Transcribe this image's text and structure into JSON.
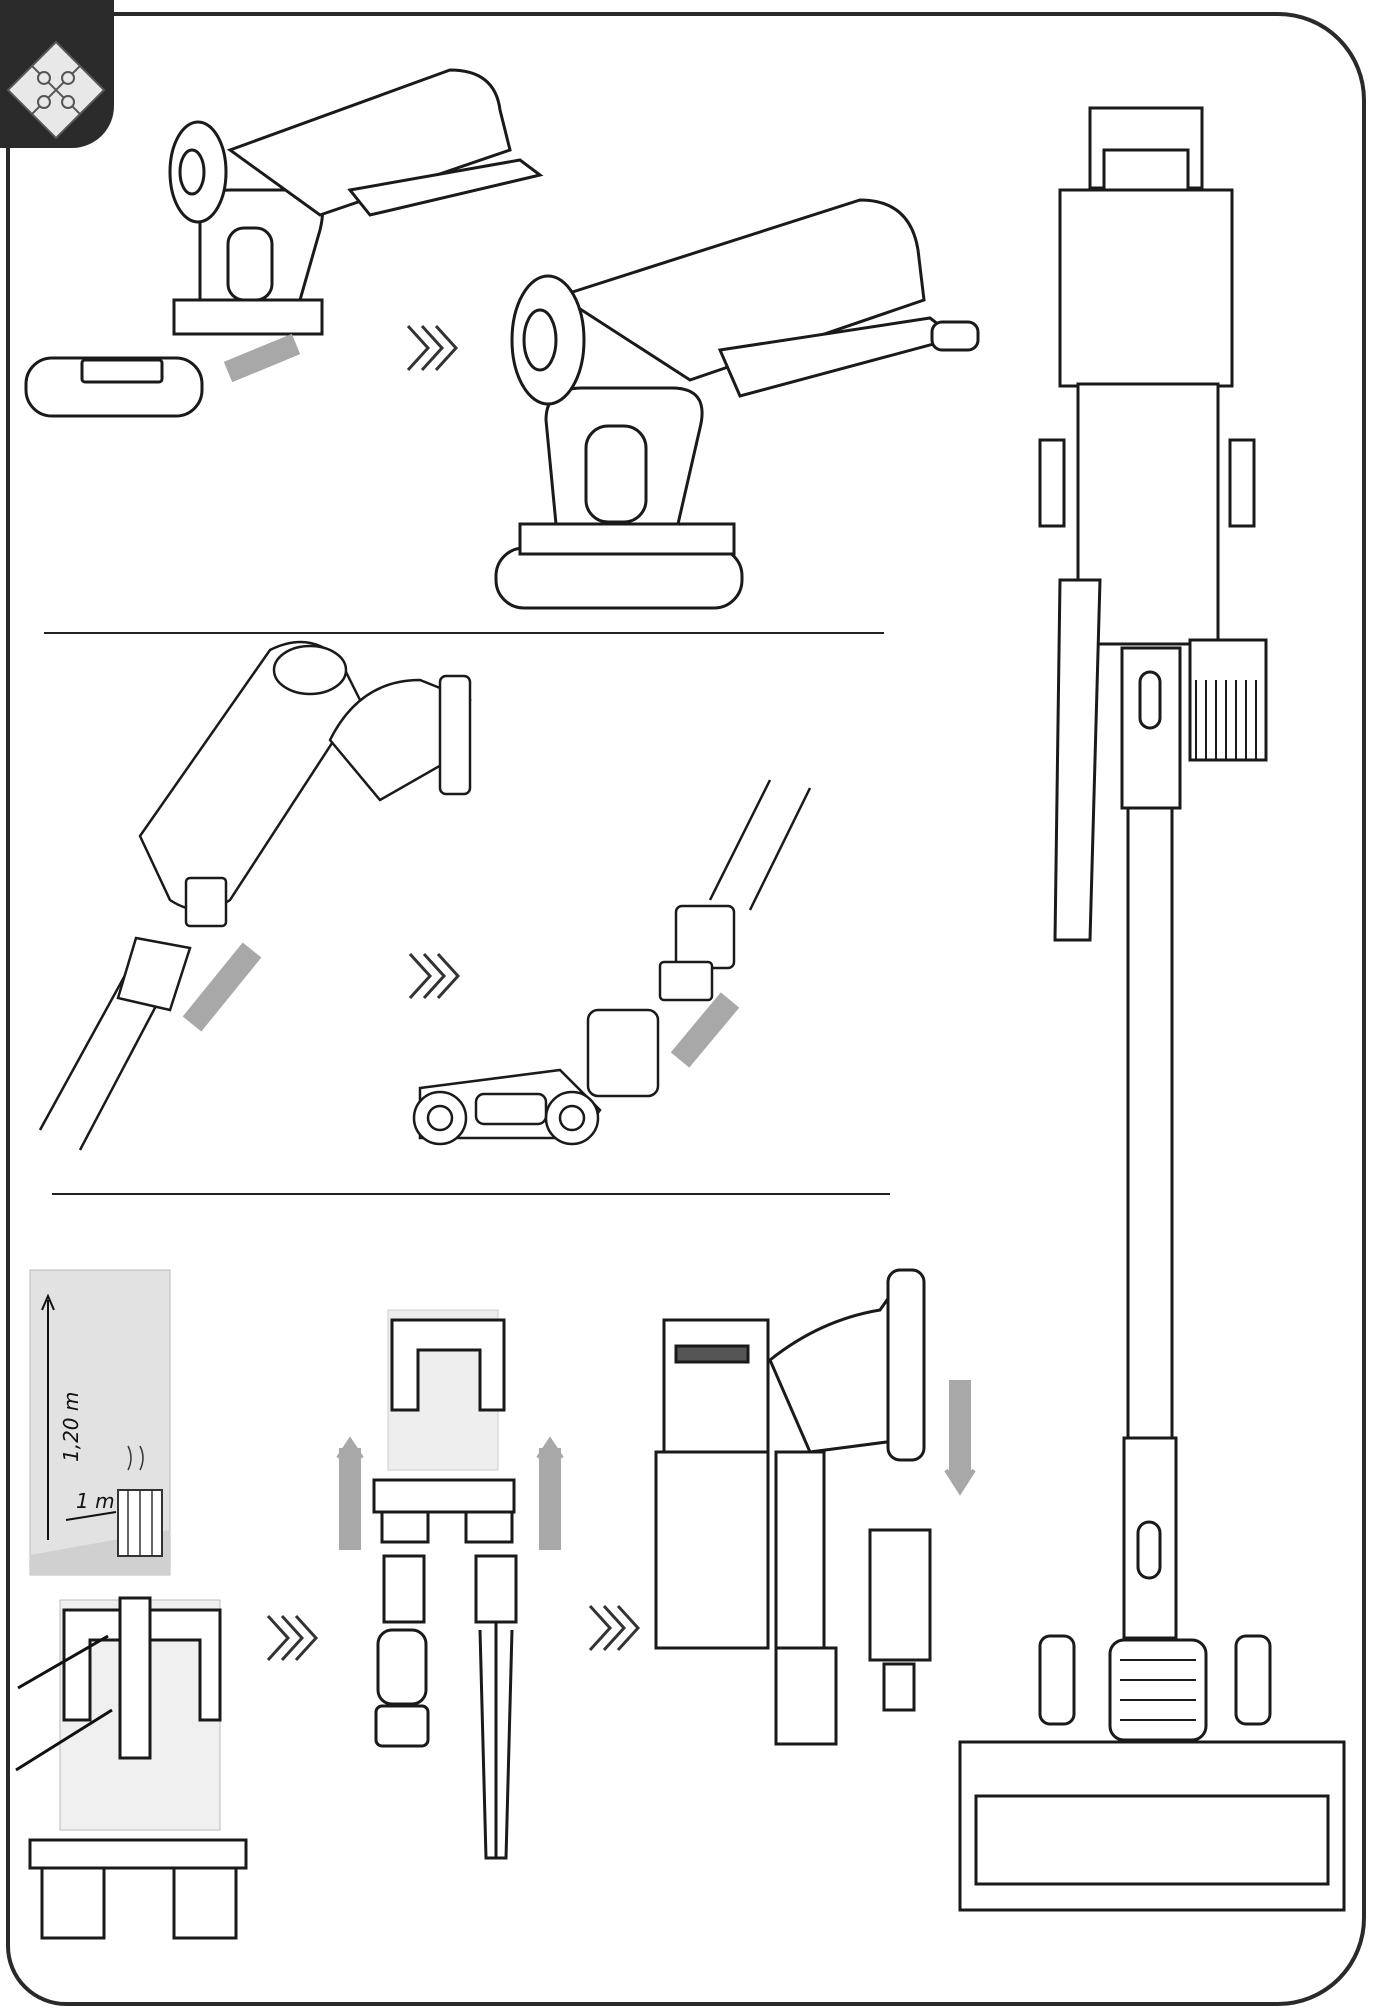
{
  "page": {
    "section_icon": "puzzle-pieces-icon",
    "colors": {
      "ink": "#1a1a1a",
      "arrow_grey": "#a8a8a8",
      "panel_grey": "#e2e2e2",
      "tab": "#2b2b2b"
    }
  },
  "wall_mount_panel": {
    "height_label": "1,20 m",
    "distance_label": "1 m"
  },
  "steps": [
    {
      "id": "attach-battery",
      "icons": [
        "battery-pack-icon",
        "handheld-unit-icon",
        "push-arrow-icon",
        "handheld-with-battery-icon"
      ]
    },
    {
      "id": "attach-tube-and-floor-head",
      "icons": [
        "handheld-unit-icon",
        "extension-tube-icon",
        "floor-brush-head-icon",
        "push-arrow-icon"
      ]
    },
    {
      "id": "wall-mount-installation",
      "icons": [
        "wall-bracket-icon",
        "accessory-holder-icon",
        "mounted-vacuum-icon",
        "down-arrow-icon"
      ]
    }
  ],
  "assembled_view": {
    "icon": "assembled-stick-vacuum-icon"
  }
}
